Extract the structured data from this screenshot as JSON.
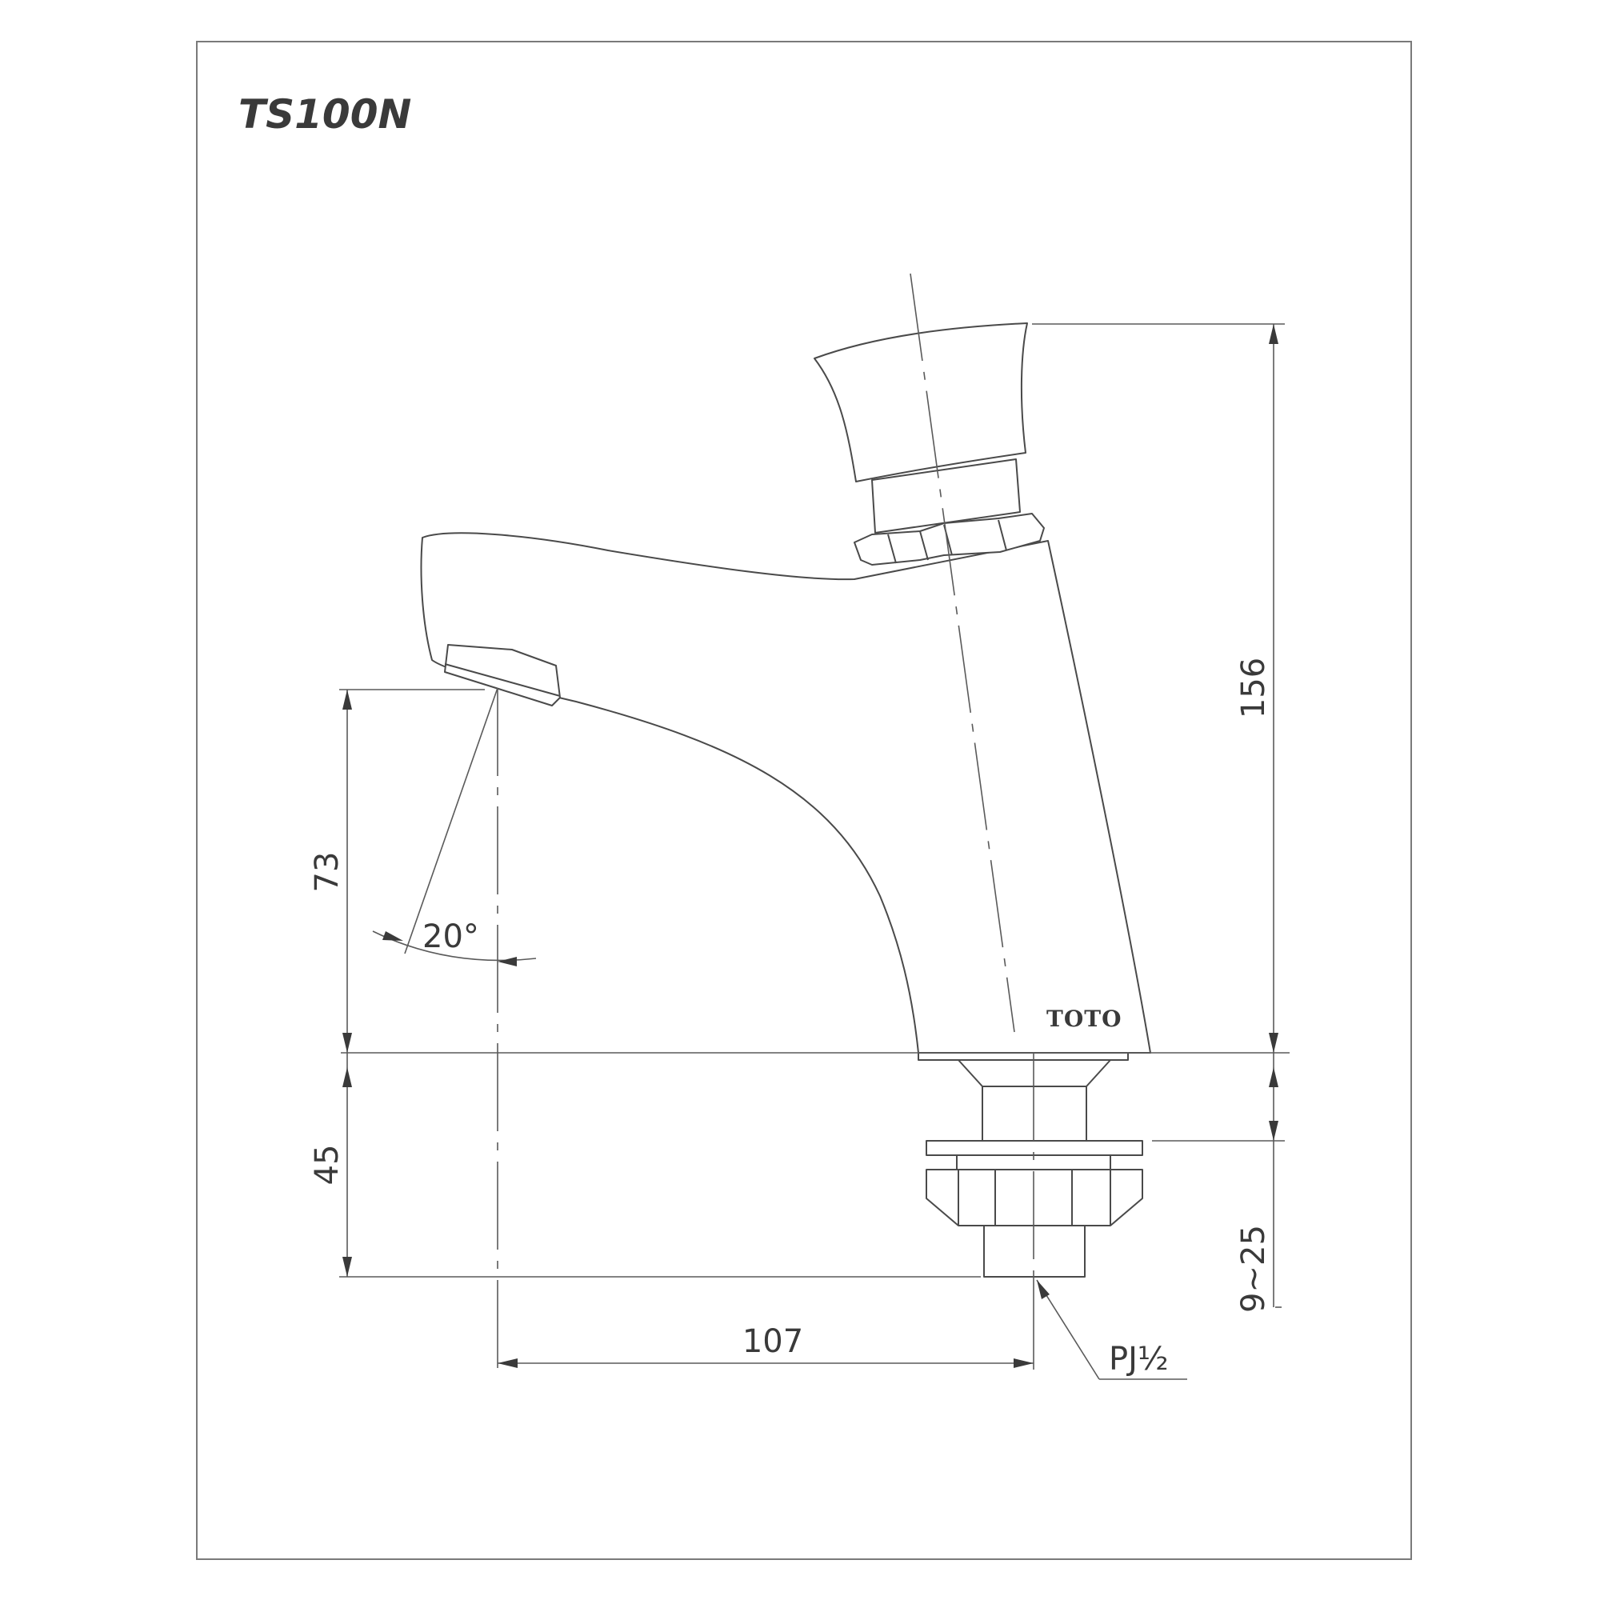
{
  "drawing": {
    "model": "TS100N",
    "brand_logo": "TOTO",
    "dimensions": {
      "total_height": "156",
      "spout_height": "73",
      "shank_length": "45",
      "counter_thickness": "9~25",
      "spout_reach": "107",
      "thread": "PJ½",
      "spout_angle": "20°"
    }
  }
}
